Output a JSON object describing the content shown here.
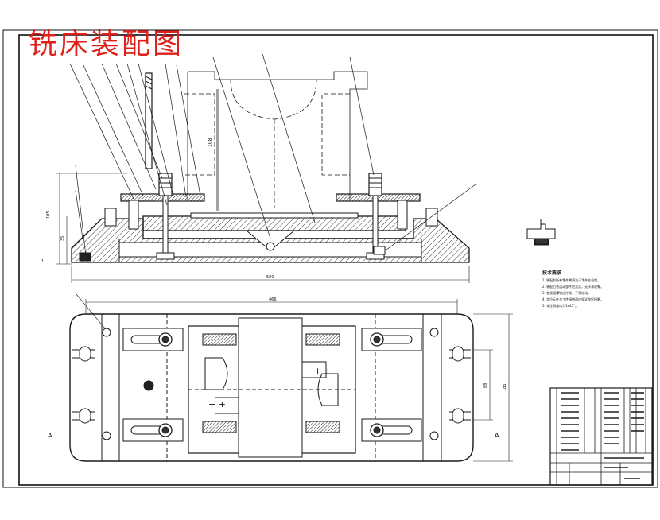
{
  "document": {
    "title": "铣床装配图"
  },
  "technical_requirements": {
    "heading": "技术要求",
    "items": [
      "1. 装配前所有零件需清洗干净并去毛刺。",
      "2. 装配后各运动部件应灵活，无卡滞现象。",
      "3. 各紧固螺钉应拧紧，不得松动。",
      "4. 定位元件与工件接触面应保证良好接触。",
      "5. 未注倒角均为1x45°。"
    ]
  },
  "colors": {
    "title": "#e0201a",
    "line": "#1a1a1a",
    "hatch": "#3a3a3a",
    "centerline": "#555555"
  },
  "icons": {
    "detail_view": "clamp-detail-symbol"
  }
}
